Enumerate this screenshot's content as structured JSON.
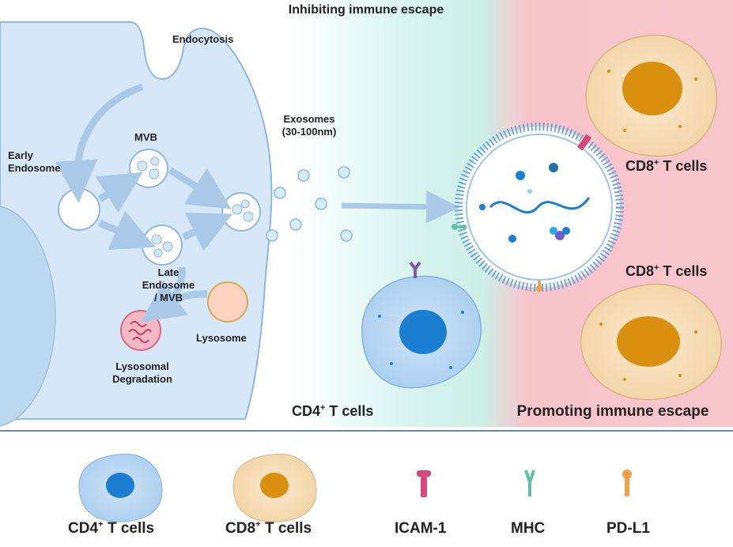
{
  "header": {
    "top_title": "Inhibiting immune escape",
    "bottom_title": "Promoting immune escape"
  },
  "cell_labels": {
    "endocytosis": "Endocytosis",
    "early_endosome_1": "Early",
    "early_endosome_2": "Endosome",
    "mvb": "MVB",
    "late_endosome_1": "Late",
    "late_endosome_2": "Endosome",
    "late_endosome_3": "/ MVB",
    "lysosome": "Lysosome",
    "lysosomal_degradation_1": "Lysosomal",
    "lysosomal_degradation_2": "Degradation",
    "exosomes_1": "Exosomes",
    "exosomes_2": "(30-100nm)"
  },
  "tcell_labels": {
    "cd8_top_prefix": "CD8",
    "cd8_top_sup": "+",
    "cd8_top_suffix": " T cells",
    "cd8_mid_prefix": "CD8",
    "cd8_mid_sup": "+",
    "cd8_mid_suffix": " T cells",
    "cd4_prefix": "CD4",
    "cd4_sup": "+",
    "cd4_suffix": " T cells"
  },
  "legend": {
    "cd4_prefix": "CD4",
    "cd4_sup": "+",
    "cd4_suffix": " T cells",
    "cd8_prefix": "CD8",
    "cd8_sup": "+",
    "cd8_suffix": " T cells",
    "icam": "ICAM-1",
    "mhc": "MHC",
    "pdl1": "PD-L1"
  },
  "colors": {
    "cell_blue": "#d6e8f7",
    "cell_outline": "#8fb8dc",
    "arrow_blue": "#a9c9e6",
    "cd4_nucleus": "#1a7fd0",
    "cd8_body": "#f6dcb4",
    "cd8_nucleus": "#d9900f",
    "icam": "#d9467a",
    "mhc": "#5fbfa3",
    "pdl1": "#f0a244",
    "pink_band": "#f6b7c2",
    "mint_band": "#cdf2ea"
  }
}
